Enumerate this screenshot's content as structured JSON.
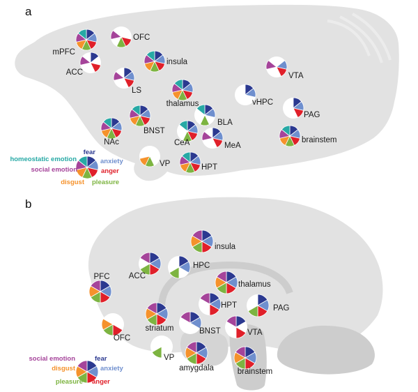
{
  "panels": [
    {
      "letter": "a"
    },
    {
      "letter": "b"
    }
  ],
  "colors": {
    "fear": "#2b3990",
    "anxiety": "#6f8fce",
    "anger": "#e0202a",
    "pleasure": "#7db441",
    "disgust": "#f5922c",
    "social": "#a5449a",
    "homeostatic": "#27a9a5",
    "brain_fill": "#e2e2e2",
    "brain_inner": "#cdcdcd"
  },
  "emotion_order": [
    "fear",
    "anxiety",
    "anger",
    "pleasure",
    "disgust",
    "social",
    "homeostatic"
  ],
  "legend_a": {
    "fear": "fear",
    "anxiety": "anxiety",
    "anger": "anger",
    "pleasure": "pleasure",
    "disgust": "disgust",
    "social": "social emotion",
    "homeostatic": "homeostatic emotion"
  },
  "legend_b": {
    "fear": "fear",
    "anxiety": "anxiety",
    "anger": "anger",
    "pleasure": "pleasure",
    "disgust": "disgust",
    "social": "social emotion"
  },
  "regions_a": [
    {
      "label": "mPFC",
      "emotions": [
        "fear",
        "anxiety",
        "anger",
        "pleasure",
        "disgust",
        "social",
        "homeostatic"
      ]
    },
    {
      "label": "OFC",
      "emotions": [
        "anger",
        "pleasure",
        "social"
      ]
    },
    {
      "label": "ACC",
      "emotions": [
        "fear",
        "anger",
        "social"
      ]
    },
    {
      "label": "insula",
      "emotions": [
        "fear",
        "anxiety",
        "anger",
        "pleasure",
        "disgust",
        "social",
        "homeostatic"
      ]
    },
    {
      "label": "LS",
      "emotions": [
        "fear",
        "anxiety",
        "anger",
        "social"
      ]
    },
    {
      "label": "thalamus",
      "emotions": [
        "fear",
        "anxiety",
        "anger",
        "pleasure",
        "disgust",
        "social",
        "homeostatic"
      ]
    },
    {
      "label": "VTA",
      "emotions": [
        "anxiety",
        "anger",
        "social"
      ]
    },
    {
      "label": "vHPC",
      "emotions": [
        "fear",
        "anxiety"
      ]
    },
    {
      "label": "PAG",
      "emotions": [
        "fear",
        "anxiety",
        "anger"
      ]
    },
    {
      "label": "BNST",
      "emotions": [
        "fear",
        "anxiety",
        "anger",
        "pleasure",
        "disgust",
        "social",
        "homeostatic"
      ]
    },
    {
      "label": "BLA",
      "emotions": [
        "fear",
        "anxiety",
        "pleasure",
        "homeostatic"
      ]
    },
    {
      "label": "NAc",
      "emotions": [
        "fear",
        "anxiety",
        "anger",
        "pleasure",
        "disgust",
        "social",
        "homeostatic"
      ]
    },
    {
      "label": "CeA",
      "emotions": [
        "fear",
        "anxiety",
        "anger",
        "pleasure",
        "homeostatic"
      ]
    },
    {
      "label": "MeA",
      "emotions": [
        "fear",
        "anxiety",
        "anger",
        "social"
      ]
    },
    {
      "label": "brainstem",
      "emotions": [
        "fear",
        "anxiety",
        "anger",
        "pleasure",
        "disgust",
        "social",
        "homeostatic"
      ]
    },
    {
      "label": "VP",
      "emotions": [
        "pleasure",
        "disgust"
      ]
    },
    {
      "label": "HPT",
      "emotions": [
        "fear",
        "anxiety",
        "anger",
        "pleasure",
        "disgust",
        "social",
        "homeostatic"
      ]
    }
  ],
  "regions_b": [
    {
      "label": "insula",
      "emotions": [
        "fear",
        "anxiety",
        "anger",
        "pleasure",
        "disgust",
        "social"
      ]
    },
    {
      "label": "ACC",
      "emotions": [
        "fear",
        "anxiety",
        "anger",
        "pleasure",
        "social"
      ]
    },
    {
      "label": "HPC",
      "emotions": [
        "fear",
        "anxiety",
        "pleasure"
      ]
    },
    {
      "label": "PFC",
      "emotions": [
        "fear",
        "anxiety",
        "anger",
        "pleasure",
        "disgust",
        "social"
      ]
    },
    {
      "label": "thalamus",
      "emotions": [
        "fear",
        "anxiety",
        "anger",
        "pleasure",
        "disgust",
        "social"
      ]
    },
    {
      "label": "HPT",
      "emotions": [
        "fear",
        "anxiety",
        "anger",
        "social"
      ]
    },
    {
      "label": "PAG",
      "emotions": [
        "fear",
        "anxiety",
        "anger",
        "pleasure"
      ]
    },
    {
      "label": "striatum",
      "emotions": [
        "fear",
        "anxiety",
        "anger",
        "pleasure",
        "disgust",
        "social"
      ]
    },
    {
      "label": "OFC",
      "emotions": [
        "anger",
        "pleasure",
        "disgust"
      ]
    },
    {
      "label": "BNST",
      "emotions": [
        "fear",
        "anxiety",
        "social"
      ]
    },
    {
      "label": "VTA",
      "emotions": [
        "fear",
        "anger",
        "social"
      ]
    },
    {
      "label": "VP",
      "emotions": [
        "pleasure"
      ]
    },
    {
      "label": "amygdala",
      "emotions": [
        "fear",
        "anxiety",
        "anger",
        "pleasure",
        "disgust",
        "social"
      ]
    },
    {
      "label": "brainstem",
      "emotions": [
        "fear",
        "anxiety",
        "anger",
        "pleasure",
        "disgust",
        "social"
      ]
    }
  ]
}
